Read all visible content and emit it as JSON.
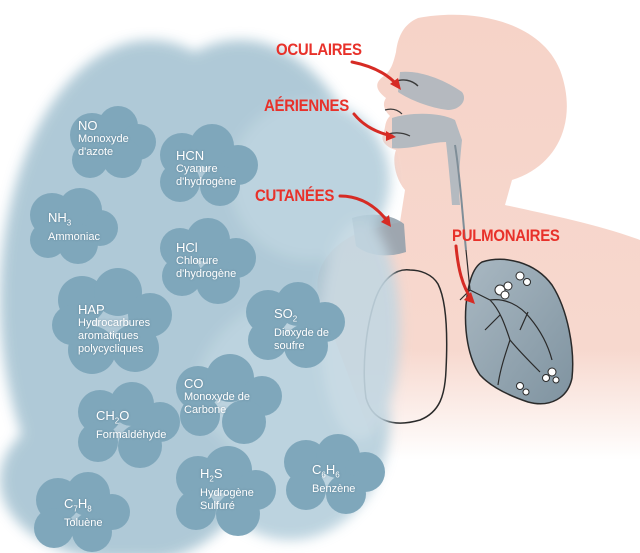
{
  "colors": {
    "cloud": "#8fb4c6",
    "cloud_dark": "#7aa3b8",
    "skin": "#f6d3c8",
    "skin_edge": "#f0c3b5",
    "exposure_shade": "#8e9ea9",
    "route_label": "#e8312a",
    "arrow": "#d62b24",
    "outline": "#2a2a2a"
  },
  "routes": [
    {
      "id": "oculaires",
      "label": "OCULAIRES"
    },
    {
      "id": "aeriennes",
      "label": "AÉRIENNES"
    },
    {
      "id": "cutanees",
      "label": "CUTANÉES"
    },
    {
      "id": "pulmonaires",
      "label": "PULMONAIRES"
    }
  ],
  "gases": [
    {
      "id": "no",
      "formula": "NO",
      "name_lines": [
        "Monoxyde",
        "d'azote"
      ]
    },
    {
      "id": "nh3",
      "formula": "NH",
      "sub": "3",
      "name_lines": [
        "Ammoniac"
      ]
    },
    {
      "id": "hcn",
      "formula": "HCN",
      "name_lines": [
        "Cyanure",
        "d'hydrogène"
      ]
    },
    {
      "id": "hcl",
      "formula": "HCl",
      "name_lines": [
        "Chlorure",
        "d'hydrogène"
      ]
    },
    {
      "id": "hap",
      "formula": "HAP",
      "name_lines": [
        "Hydrocarbures",
        "aromatiques",
        "polycycliques"
      ]
    },
    {
      "id": "so2",
      "formula": "SO",
      "sub": "2",
      "name_lines": [
        "Dioxyde de",
        "soufre"
      ]
    },
    {
      "id": "co",
      "formula": "CO",
      "name_lines": [
        "Monoxyde de",
        "Carbone"
      ]
    },
    {
      "id": "ch2o",
      "formula": "CH",
      "sub": "2",
      "tail": "O",
      "name_lines": [
        "Formaldéhyde"
      ]
    },
    {
      "id": "c6h6",
      "formula": "C",
      "sub": "6",
      "mid": "H",
      "sub2": "6",
      "name_lines": [
        "Benzène"
      ]
    },
    {
      "id": "h2s",
      "formula": "H",
      "sub": "2",
      "tail": "S",
      "name_lines": [
        "Hydrogène",
        "Sulfuré"
      ]
    },
    {
      "id": "c7h8",
      "formula": "C",
      "sub": "7",
      "mid": "H",
      "sub2": "8",
      "name_lines": [
        "Toluène"
      ]
    }
  ]
}
